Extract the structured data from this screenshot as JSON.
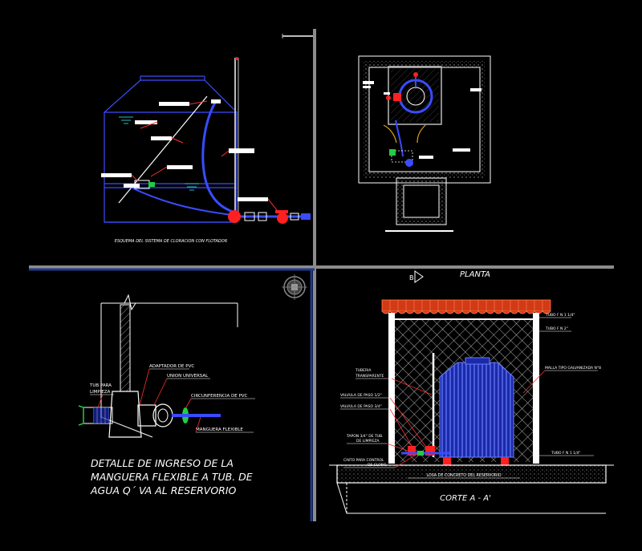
{
  "views": {
    "tank_detail": {
      "caption": "ESQUEMA DEL SISTEMA DE CLORACION CON FLOTADOR"
    },
    "plan": {
      "title": "PLANTA",
      "section_marker": "B"
    },
    "hose_detail": {
      "labels": {
        "adapter": "ADAPTADOR DE PVC",
        "union": "UNION UNIVERSAL",
        "drain_pipe_line1": "TUB PARA",
        "drain_pipe_line2": "LIMPIEZA",
        "pvc_ring": "CIRCUNFERENCIA DE PVC",
        "flex_hose": "MANGUERA FLEXIBLE"
      },
      "title_lines": [
        "DETALLE DE INGRESO DE LA",
        "MANGUERA FLEXIBLE A TUB. DE",
        "AGUA Q´ VA AL RESERVORIO"
      ]
    },
    "section": {
      "labels": {
        "tube_1_1_4": "TUBO F N 1 1/4\"",
        "tube_2": "TUBO F N 2\"",
        "mesh": "MALLA TIPO GALVANIZADA N°8",
        "transparent_pipe_line1": "TUBERIA",
        "transparent_pipe_line2": "TRANSPARENTE",
        "valve_half": "VALVULA DE PASO 1/2\"",
        "valve_three_quarter": "VALVULA DE PASO 3/4\"",
        "cleaning_cap_line1": "TAPON 3/4\" DE TUB.",
        "cleaning_cap_line2": "DE LIMPIEZA",
        "tube_base": "TUBO F N 1 1/4\"",
        "chlorine_line1": "CINTO PARA CONTROL",
        "chlorine_line2": "DE CLORO",
        "slab": "LOSA DE CONCRETO DEL RESERVORIO"
      },
      "title": "CORTE A - A'"
    }
  },
  "colors": {
    "background": "#000000",
    "line_white": "#ffffff",
    "frame_gray": "#8c8c8c",
    "pipe_blue": "#3a4cff",
    "valve_red": "#ff2020",
    "roof_red": "#d23a16",
    "leader_red": "#ff3030",
    "green": "#22cc44",
    "teal": "#20c0c0"
  }
}
